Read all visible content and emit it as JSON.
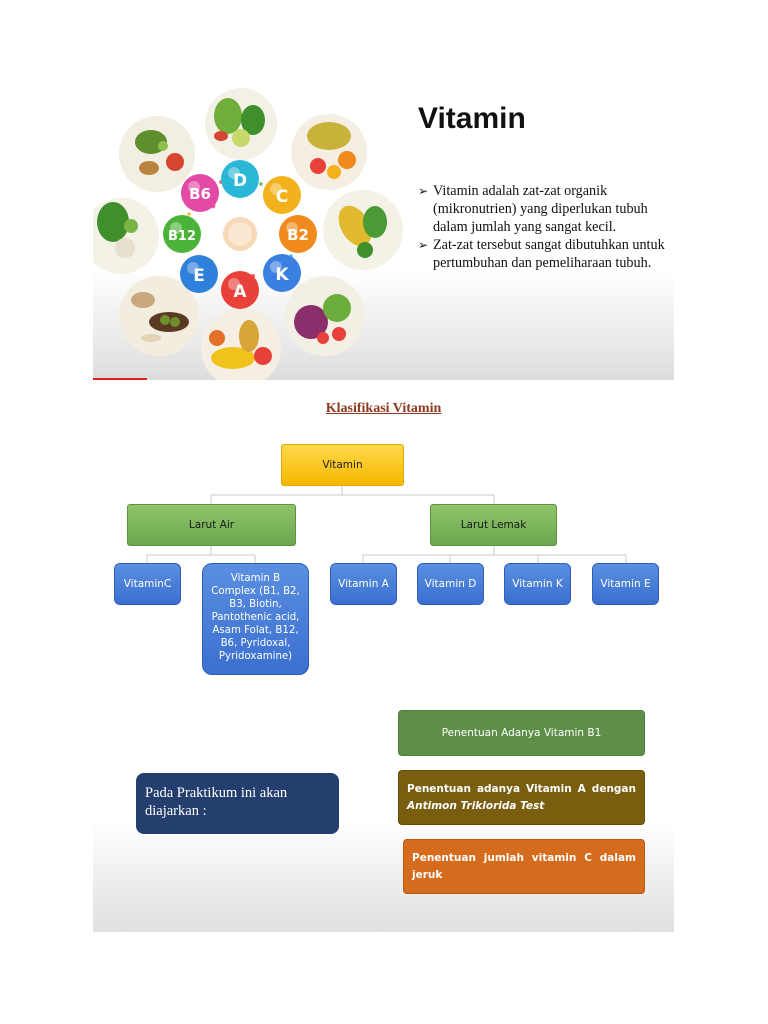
{
  "slide1": {
    "title": "Vitamin",
    "bullets": [
      "Vitamin adalah zat-zat organik (mikronutrien) yang diperlukan tubuh dalam jumlah yang sangat kecil.",
      "Zat-zat tersebut sangat dibutuhkan untuk pertumbuhan dan pemeliharaan tubuh."
    ],
    "vitamin_badges": [
      {
        "label": "D",
        "color": "#2bb7d6"
      },
      {
        "label": "B6",
        "color": "#e24aa6"
      },
      {
        "label": "C",
        "color": "#f2b21c"
      },
      {
        "label": "B12",
        "color": "#4cb33a"
      },
      {
        "label": "B2",
        "color": "#f08a1c"
      },
      {
        "label": "E",
        "color": "#2f7fdc"
      },
      {
        "label": "A",
        "color": "#e8413a"
      },
      {
        "label": "K",
        "color": "#3b7fe0"
      }
    ]
  },
  "slide2": {
    "title": "Klasifikasi Vitamin",
    "root": "Vitamin",
    "groups": [
      "Larut Air",
      "Larut Lemak"
    ],
    "water_soluble": [
      "VitaminC",
      "Vitamin B Complex (B1, B2, B3, Biotin, Pantothenic acid, Asam Folat, B12, B6, Pyridoxal, Pyridoxamine)"
    ],
    "fat_soluble": [
      "Vitamin A",
      "Vitamin D",
      "Vitamin K",
      "Vitamin E"
    ],
    "practicum_label": "Pada Praktikum ini akan diajarkan :",
    "tasks": {
      "t1": "Penentuan Adanya Vitamin B1",
      "t2_main": "Penentuan adanya Vitamin A  dengan",
      "t2_em": "Antimon Triklorida Test",
      "t3": "Penentuan jumlah vitamin C dalam jeruk"
    },
    "colors": {
      "root": "#f5b800",
      "group": "#6aa84f",
      "leaf": "#3a6fd0",
      "practicum": "#243f6e"
    }
  }
}
